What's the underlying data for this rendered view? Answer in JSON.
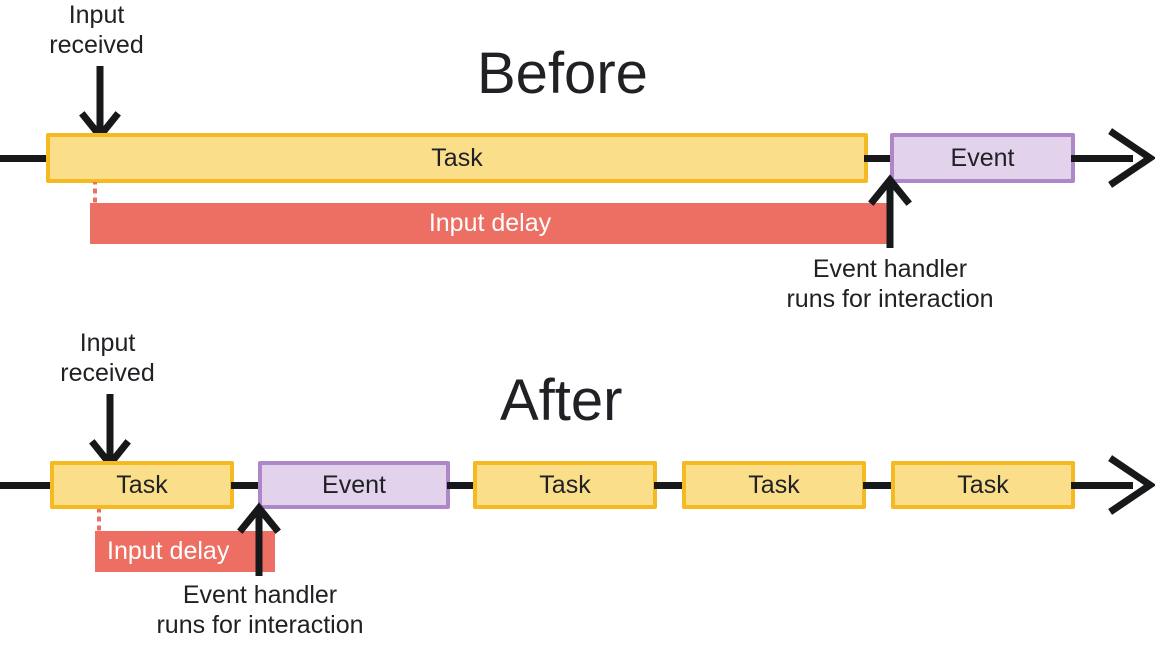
{
  "diagram": {
    "title_before": "Before",
    "title_after": "After",
    "labels": {
      "input_received": "Input\nreceived",
      "input_delay": "Input delay",
      "event_handler": "Event handler\nruns for interaction",
      "task": "Task",
      "event": "Event"
    },
    "colors": {
      "task_fill": "#FBDE8A",
      "task_border": "#F5B922",
      "event_fill": "#E2D2EC",
      "event_border": "#AE87C9",
      "input_delay": "#ED6F63",
      "rail": "#17181a",
      "text": "#202124",
      "background": "#ffffff"
    },
    "before": {
      "title": "Before",
      "input_received_label": "Input\nreceived",
      "task_label": "Task",
      "event_label": "Event",
      "input_delay_label": "Input delay",
      "event_handler_label": "Event handler\nruns for interaction"
    },
    "after": {
      "title": "After",
      "input_received_label": "Input\nreceived",
      "input_delay_label": "Input delay",
      "event_handler_label": "Event handler\nruns for interaction",
      "blocks": [
        {
          "type": "task",
          "label": "Task"
        },
        {
          "type": "event",
          "label": "Event"
        },
        {
          "type": "task",
          "label": "Task"
        },
        {
          "type": "task",
          "label": "Task"
        },
        {
          "type": "task",
          "label": "Task"
        }
      ]
    }
  }
}
